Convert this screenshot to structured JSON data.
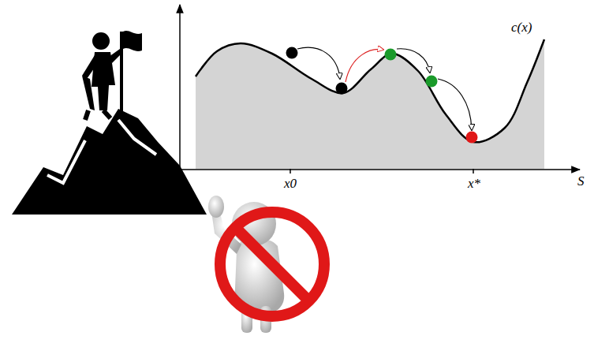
{
  "diagram": {
    "labels": [
      "c(x)",
      "x0",
      "x*",
      "S"
    ]
  }
}
